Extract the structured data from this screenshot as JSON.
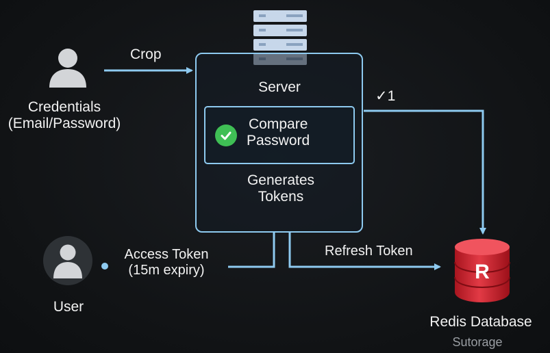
{
  "credentials": {
    "icon": "user-icon",
    "label_line1": "Credentials",
    "label_line2": "(Email/Password)"
  },
  "arrow_crop": {
    "label": "Crop"
  },
  "server": {
    "icon": "server-rack-icon",
    "title": "Server",
    "compare": {
      "icon": "check-circle-icon",
      "line1": "Compare",
      "line2": "Password"
    },
    "generates_line1": "Generates",
    "generates_line2": "Tokens"
  },
  "branch_label": "✓1",
  "user": {
    "icon": "user-icon",
    "label": "User"
  },
  "access_token": {
    "line1": "Access Token",
    "line2": "(15m expiry)"
  },
  "refresh_token": {
    "label": "Refresh Token"
  },
  "redis": {
    "icon": "redis-database-icon",
    "logo_letter": "R",
    "title": "Redis Database",
    "subtitle": "Sutorage"
  },
  "colors": {
    "wire": "#8ecaf0",
    "redis": "#d8303a",
    "check": "#3fbf55",
    "background": "#111315"
  }
}
